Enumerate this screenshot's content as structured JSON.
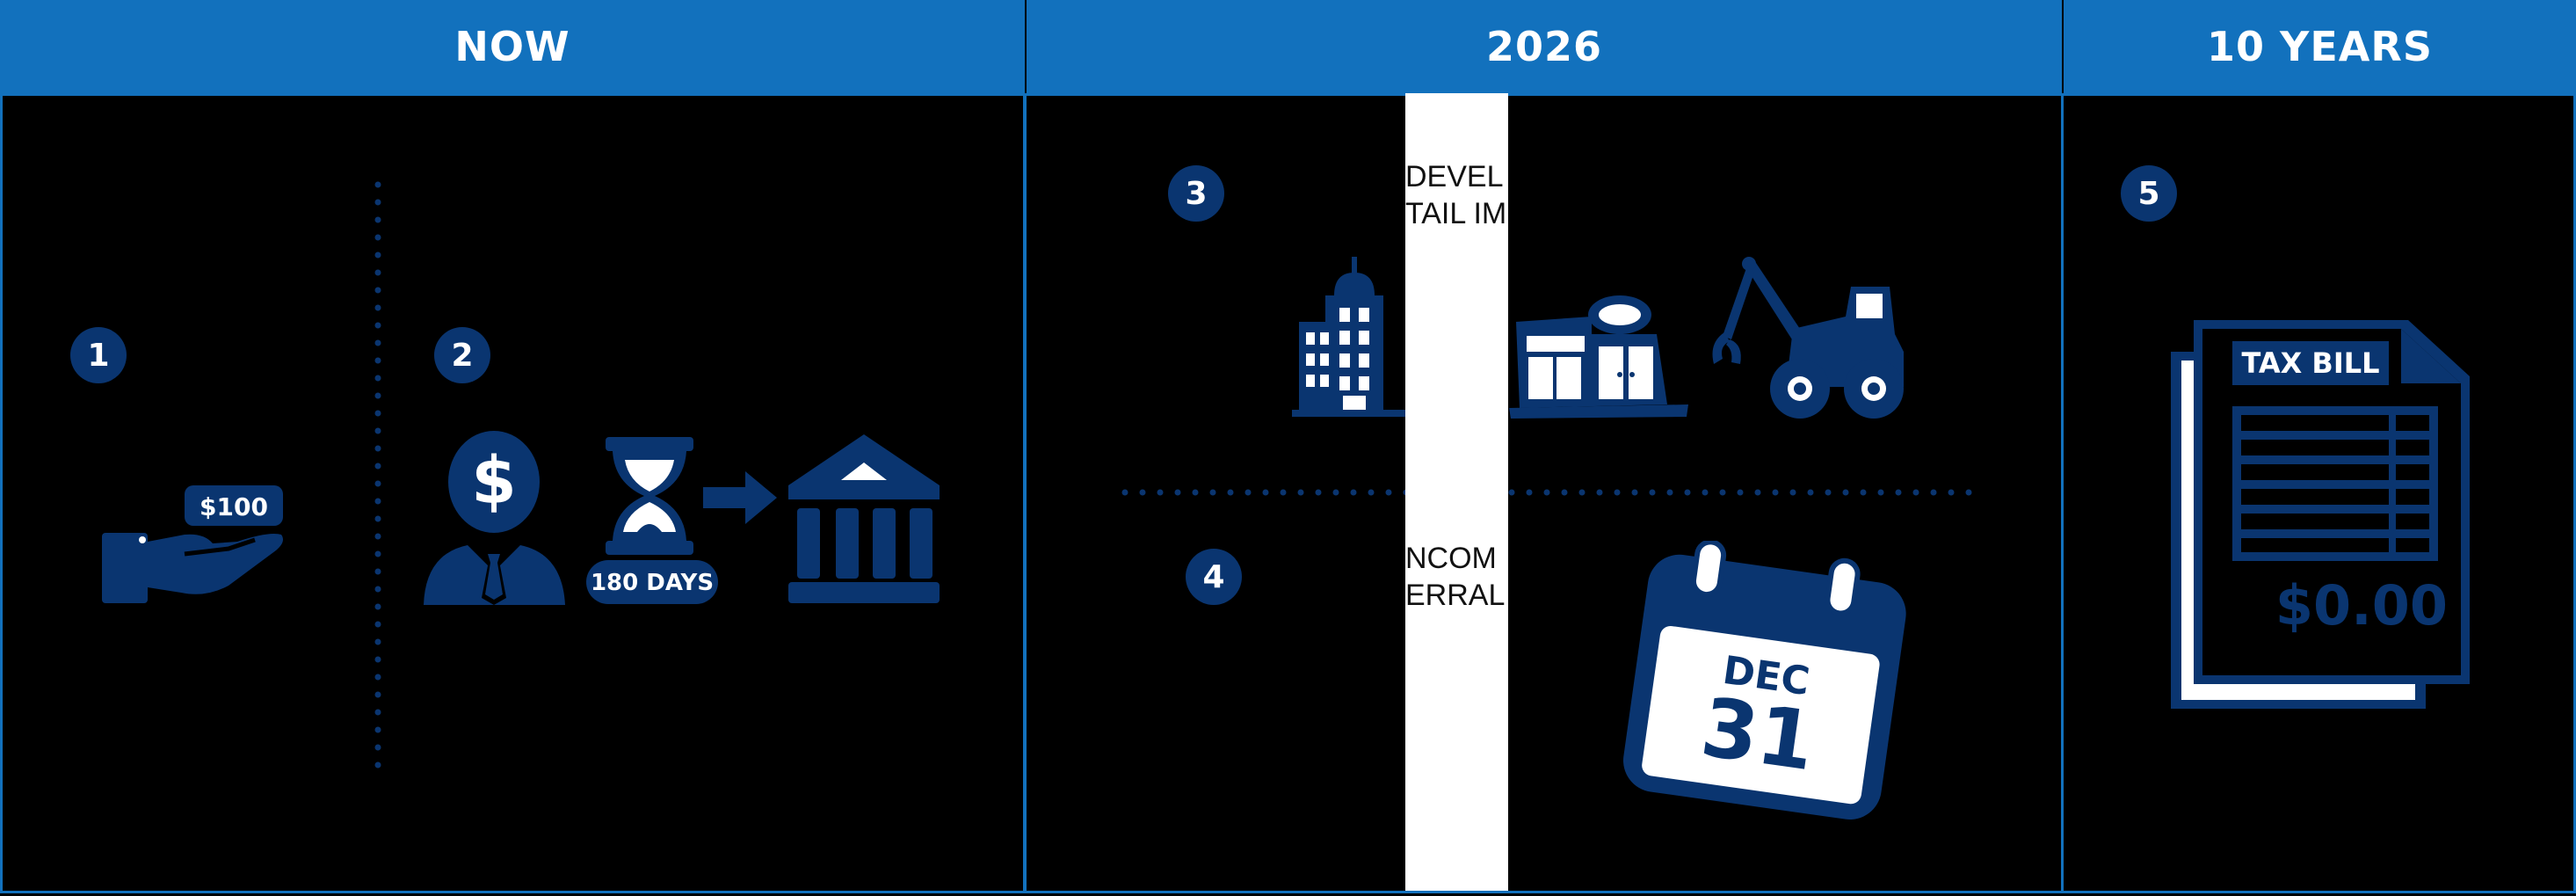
{
  "headers": {
    "now": "NOW",
    "y2026": "2026",
    "ten_years": "10 YEARS"
  },
  "steps": [
    "1",
    "2",
    "3",
    "4",
    "5"
  ],
  "labels": {
    "offer_amount": "$100",
    "hold_period": "180 DAYS",
    "tax_bill_title": "TAX BILL",
    "tax_bill_amount": "$0.00",
    "calendar_month": "DEC",
    "calendar_day": "31"
  },
  "cropped_text": {
    "line_a": "DEVEL",
    "line_b": "TAIL IM",
    "line_c": "NCOM",
    "line_d": "ERRAL"
  },
  "icons": [
    "hand-money-icon",
    "investor-icon",
    "hourglass-icon",
    "arrow-right-icon",
    "bank-icon",
    "office-building-icon",
    "retail-store-icon",
    "excavator-icon",
    "calendar-icon",
    "tax-bill-icon"
  ],
  "colors": {
    "header_blue": "#1271bd",
    "icon_navy": "#0a3570",
    "background": "#000000"
  }
}
